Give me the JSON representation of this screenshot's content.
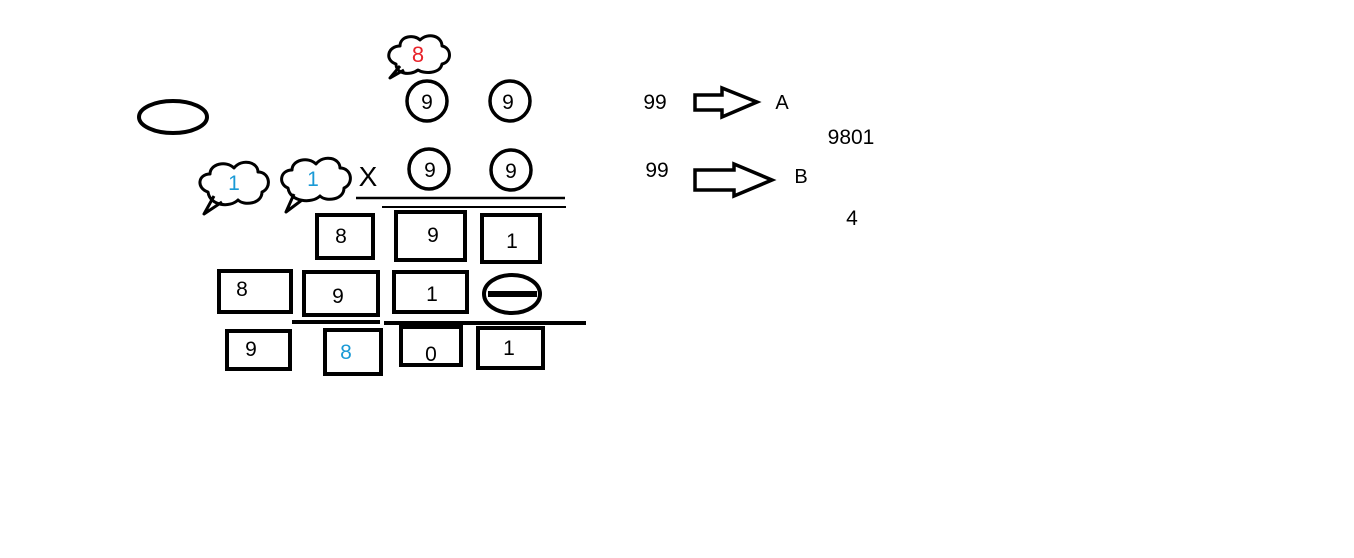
{
  "colors": {
    "ink": "#000000",
    "carry_blue": "#1a9ad6",
    "carry_red": "#e8232a",
    "background": "#ffffff"
  },
  "multiplicand": {
    "digits": [
      "9",
      "9"
    ],
    "carry": "8"
  },
  "multiplier": {
    "sign": "X",
    "digits": [
      "9",
      "9"
    ],
    "carries": [
      "1",
      "1"
    ]
  },
  "partial_row_1": [
    "8",
    "9",
    "1"
  ],
  "partial_row_2": {
    "digits": [
      "8",
      "9",
      "1"
    ],
    "placeholder_icon": "minus-circle-icon"
  },
  "result": {
    "digits": [
      "9",
      "8",
      "0",
      "1"
    ],
    "highlighted_index": 1
  },
  "loose_ellipse_icon": "ellipse-icon",
  "mapping": [
    {
      "value": "99",
      "icon": "right-arrow-icon",
      "label": "A"
    },
    {
      "value": "99",
      "icon": "right-arrow-icon",
      "label": "B"
    }
  ],
  "product_value": "9801",
  "digit_count": "4"
}
